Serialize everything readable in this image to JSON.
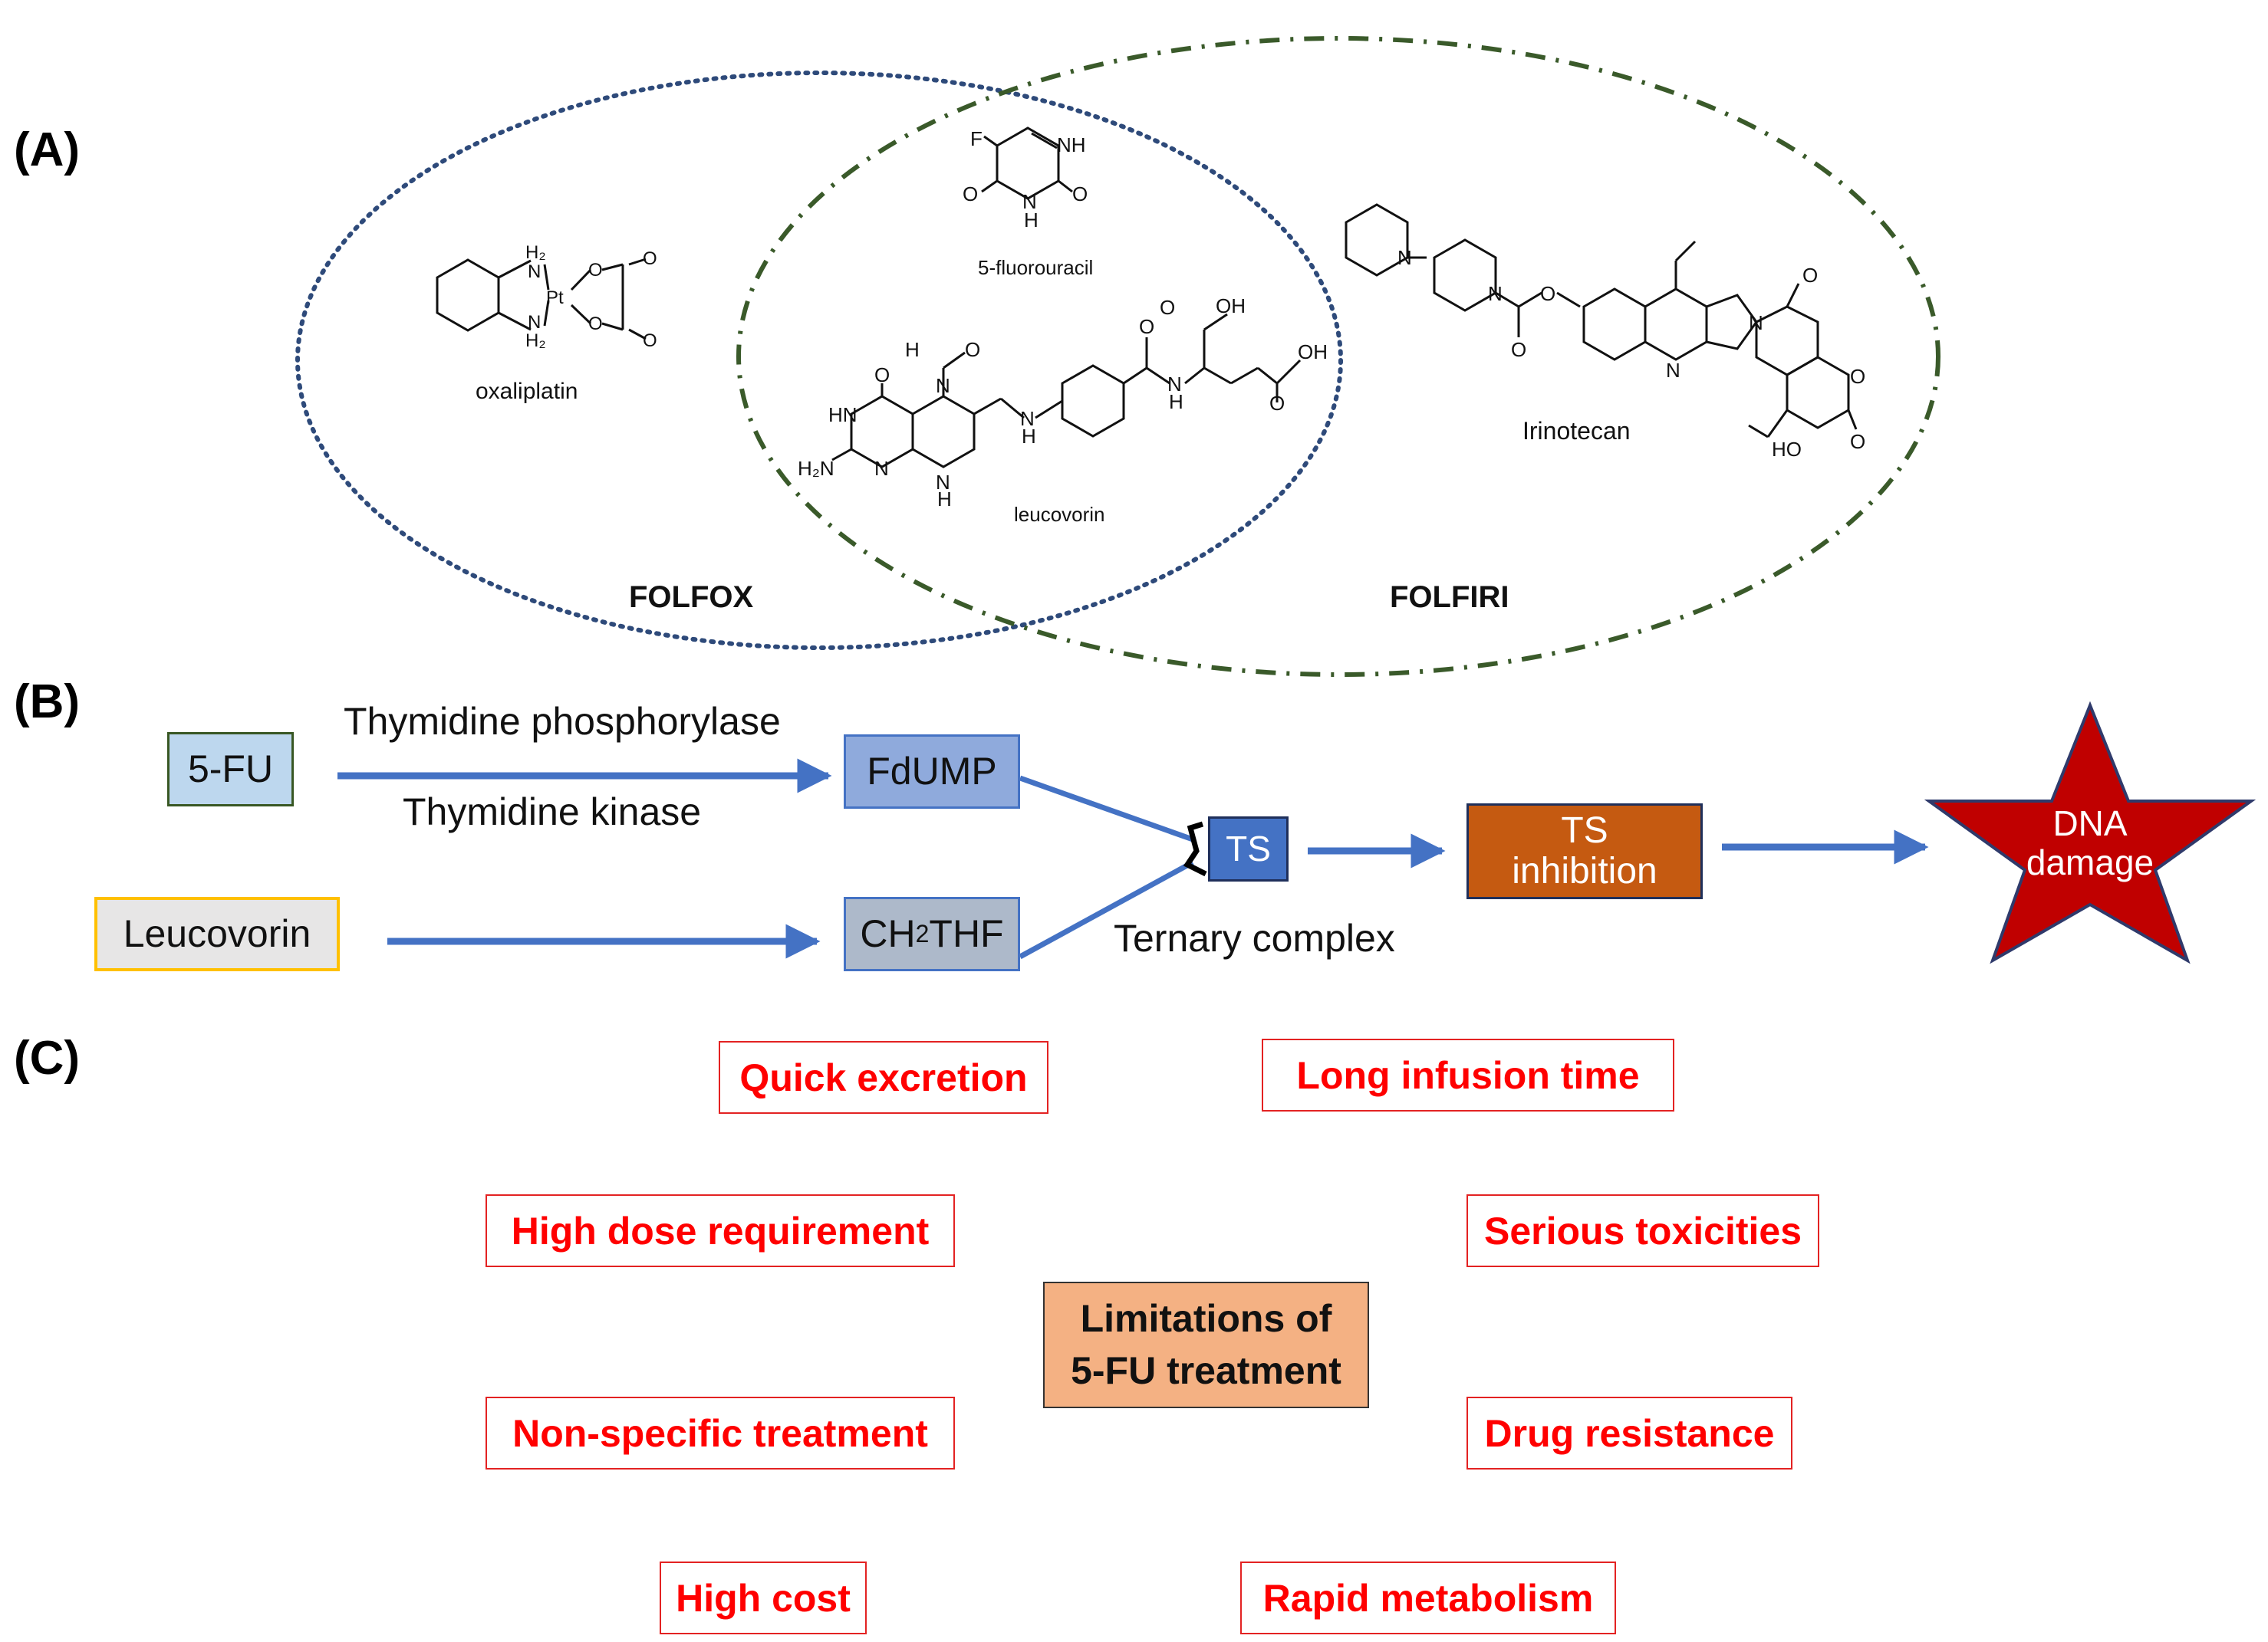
{
  "panels": {
    "a": "(A)",
    "b": "(B)",
    "c": "(C)"
  },
  "panel_a": {
    "oxaliplatin": "oxaliplatin",
    "fluorouracil": "5-fluorouracil",
    "leucovorin": "leucovorin",
    "irinotecan": "Irinotecan",
    "folfox": "FOLFOX",
    "folfiri": "FOLFIRI",
    "atoms": {
      "F": "F",
      "NH": "NH",
      "O": "O",
      "H": "H",
      "N": "N",
      "Pt": "Pt",
      "H2": "H₂",
      "OH": "OH",
      "HN": "HN",
      "H2N": "H₂N",
      "HO": "HO"
    }
  },
  "panel_b": {
    "fu": "5-FU",
    "leucovorin": "Leucovorin",
    "fdump": "FdUMP",
    "ch2thf_a": "CH",
    "ch2thf_sub": "2",
    "ch2thf_b": "THF",
    "ts": "TS",
    "ts_inhibition": [
      "TS",
      "inhibition"
    ],
    "dna_damage": [
      "DNA",
      "damage"
    ],
    "enzyme_top": "Thymidine phosphorylase",
    "enzyme_bottom": "Thymidine kinase",
    "ternary": "Ternary complex"
  },
  "panel_c": {
    "center": [
      "Limitations of",
      "5-FU treatment"
    ],
    "items": [
      "Quick excretion",
      "Long infusion time",
      "High dose requirement",
      "Serious toxicities",
      "Non-specific treatment",
      "Drug resistance",
      "High cost",
      "Rapid metabolism"
    ]
  },
  "colors": {
    "folfox_ellipse": "#2e4a7a",
    "folfiri_ellipse": "#3a5a2a",
    "arrow": "#4472c4",
    "fu_fill": "#bdd7ee",
    "fu_border": "#385723",
    "leucovorin_fill": "#e7e6e6",
    "leucovorin_border": "#ffc000",
    "fdump_fill": "#8faadc",
    "ch2thf_fill": "#adb9ca",
    "ts_fill": "#4472c4",
    "ts_inhibition_fill": "#c55a11",
    "star_fill": "#c00000",
    "limit_text": "#ff0000",
    "center_fill": "#f4b183"
  }
}
